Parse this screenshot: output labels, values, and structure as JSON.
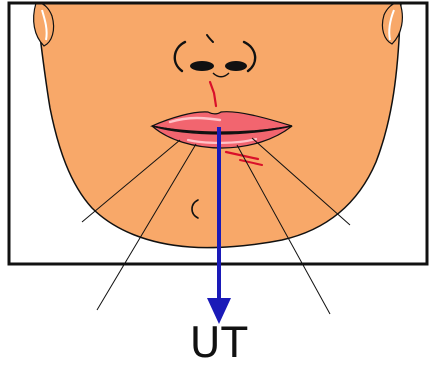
{
  "figure": {
    "arrow_label": "UT",
    "colors": {
      "skin": "#F8A869",
      "outline": "#111111",
      "lips": "#F2656F",
      "lip_highlight": "#FFC3C8",
      "nerve_mark": "#D9102A",
      "arrow": "#1A1AB8",
      "frame": "#111111"
    },
    "icons": [
      "face-illustration",
      "downward-arrow"
    ]
  }
}
